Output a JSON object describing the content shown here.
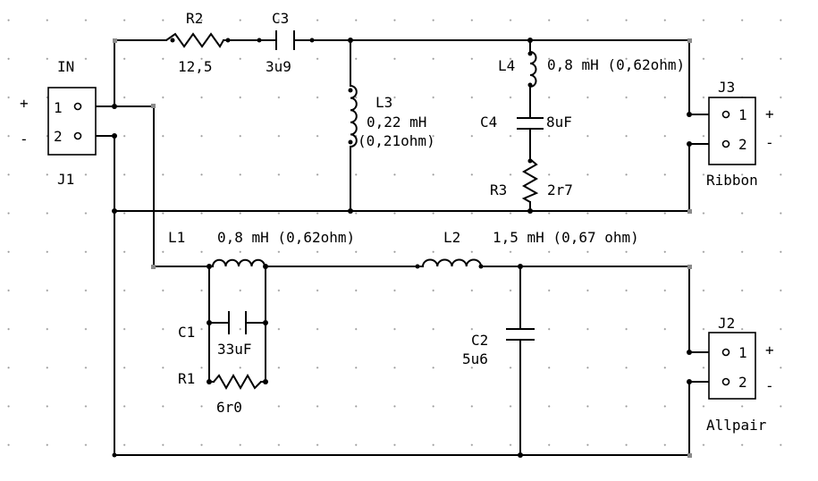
{
  "connectors": {
    "in": {
      "name": "IN",
      "ref": "J1",
      "pin1": "1",
      "pin2": "2",
      "plus": "+",
      "minus": "-"
    },
    "ribbon": {
      "ref": "J3",
      "name": "Ribbon",
      "pin1": "1",
      "pin2": "2",
      "plus": "+",
      "minus": "-"
    },
    "allpair": {
      "ref": "J2",
      "name": "Allpair",
      "pin1": "1",
      "pin2": "2",
      "plus": "+",
      "minus": "-"
    }
  },
  "components": {
    "r2": {
      "ref": "R2",
      "value": "12,5"
    },
    "c3": {
      "ref": "C3",
      "value": "3u9"
    },
    "l3": {
      "ref": "L3",
      "value": "0,22 mH",
      "resistance": "(0,21ohm)"
    },
    "l4": {
      "ref": "L4",
      "value": "0,8 mH (0,62ohm)"
    },
    "c4": {
      "ref": "C4",
      "value": "8uF"
    },
    "r3": {
      "ref": "R3",
      "value": "2r7"
    },
    "l1": {
      "ref": "L1",
      "value": "0,8 mH (0,62ohm)"
    },
    "l2": {
      "ref": "L2",
      "value": "1,5 mH (0,67 ohm)"
    },
    "c1": {
      "ref": "C1",
      "value": "33uF"
    },
    "r1": {
      "ref": "R1",
      "value": "6r0"
    },
    "c2": {
      "ref": "C2",
      "value": "5u6"
    }
  }
}
